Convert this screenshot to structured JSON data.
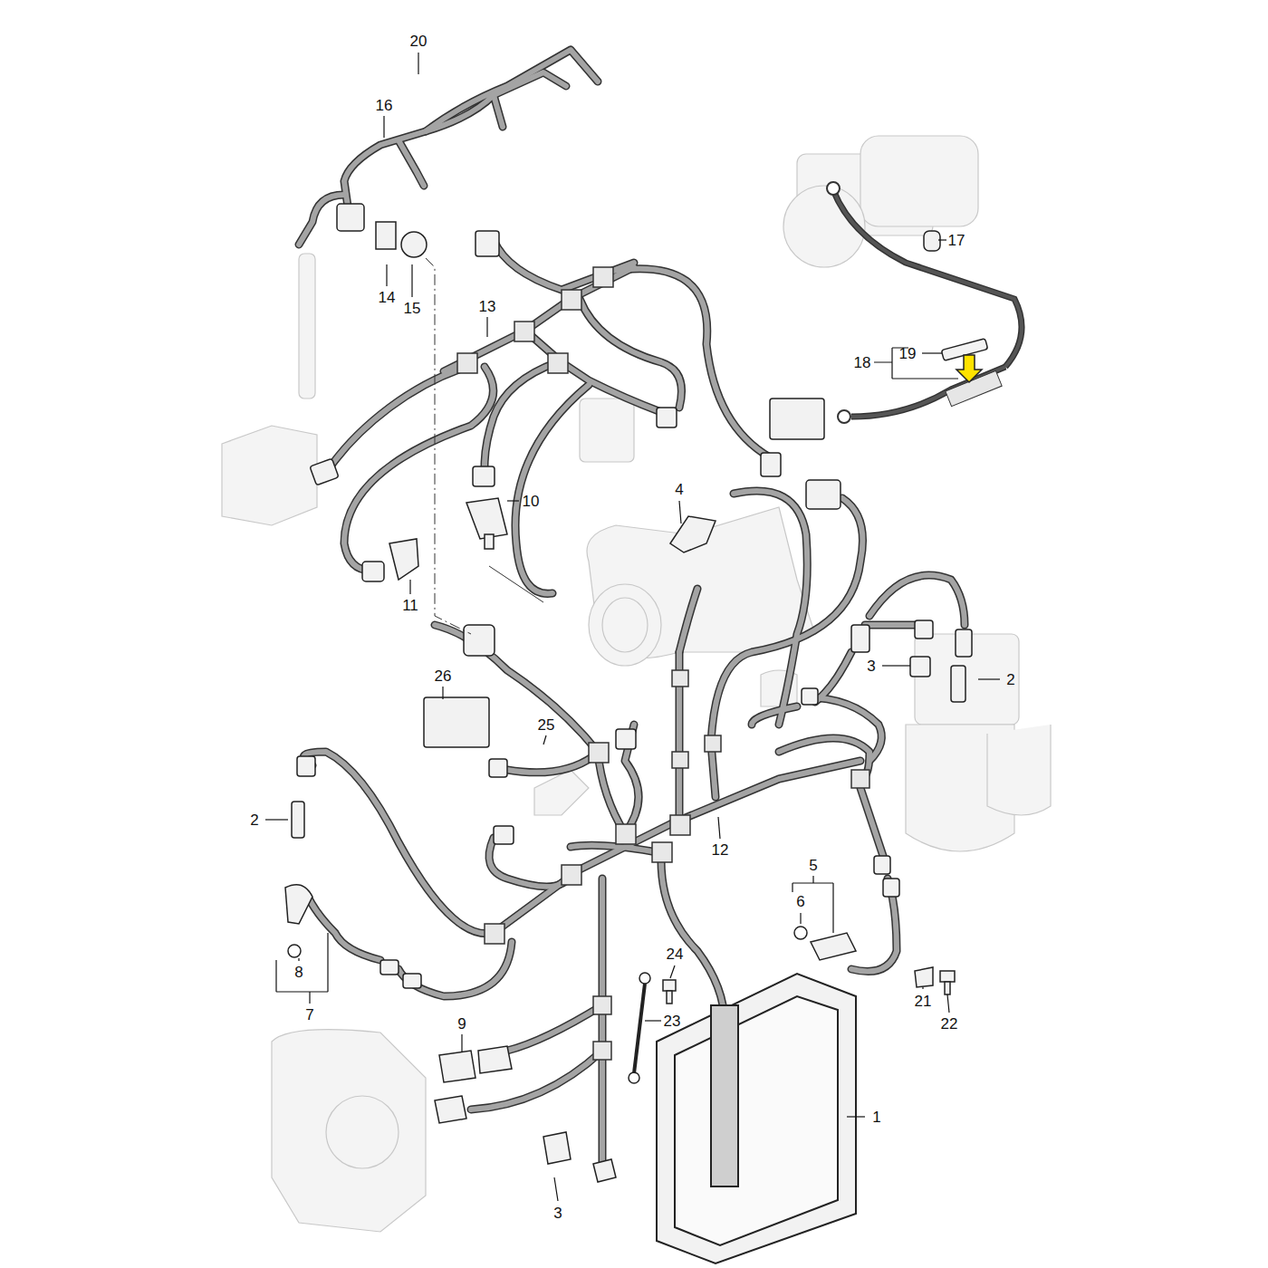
{
  "diagram": {
    "labels": [
      "20",
      "16",
      "17",
      "14",
      "15",
      "13",
      "19",
      "18",
      "10",
      "4",
      "11",
      "26",
      "3",
      "2",
      "25",
      "2",
      "12",
      "5",
      "6",
      "8",
      "7",
      "24",
      "9",
      "21",
      "22",
      "23",
      "1",
      "3"
    ]
  }
}
